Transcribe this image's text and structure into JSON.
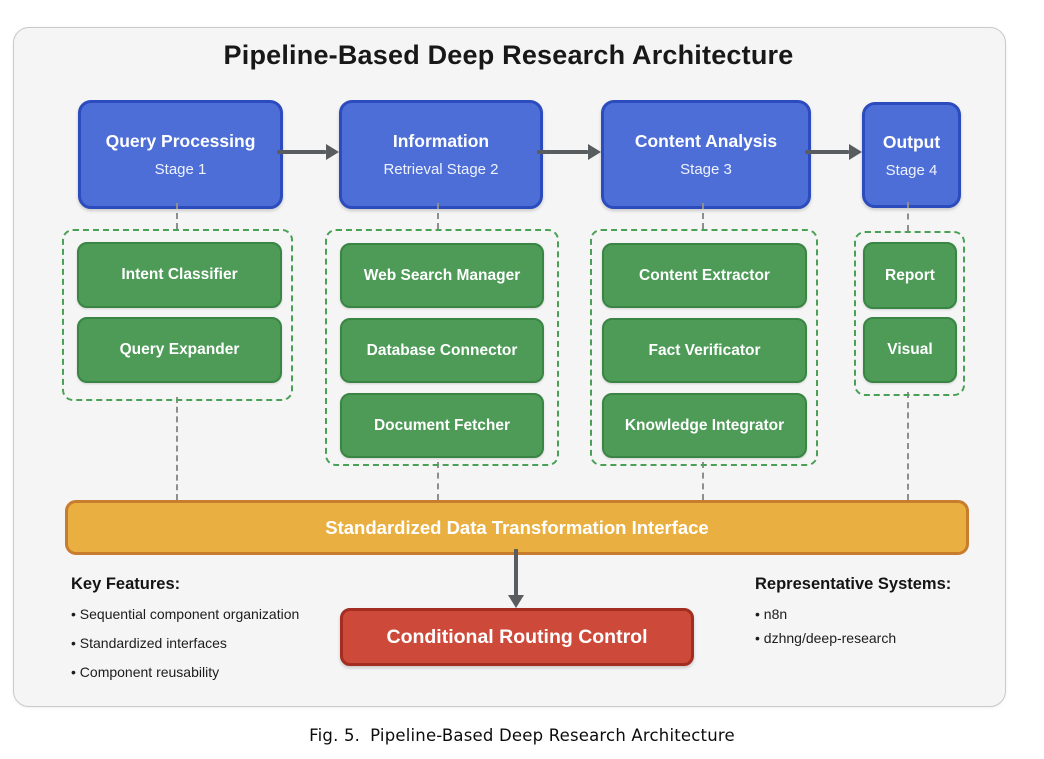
{
  "title": "Pipeline-Based Deep Research Architecture",
  "stages": [
    {
      "name": "Query Processing",
      "sub": "Stage 1",
      "components": [
        "Intent Classifier",
        "Query Expander"
      ]
    },
    {
      "name": "Information",
      "sub": "Retrieval Stage 2",
      "components": [
        "Web Search Manager",
        "Database Connector",
        "Document Fetcher"
      ]
    },
    {
      "name": "Content Analysis",
      "sub": "Stage 3",
      "components": [
        "Content Extractor",
        "Fact Verificator",
        "Knowledge Integrator"
      ]
    },
    {
      "name": "Output",
      "sub": "Stage 4",
      "components": [
        "Report",
        "Visual"
      ]
    }
  ],
  "interface_bar": "Standardized Data Transformation Interface",
  "routing_box": "Conditional Routing Control",
  "key_features": {
    "heading": "Key Features:",
    "items": [
      "Sequential component organization",
      "Standardized interfaces",
      "Component reusability"
    ]
  },
  "representative_systems": {
    "heading": "Representative Systems:",
    "items": [
      "n8n",
      "dzhng/deep-research"
    ]
  },
  "caption": {
    "label": "Fig. 5.",
    "text": "Pipeline-Based Deep Research Architecture"
  },
  "colors": {
    "stage_fill": "#4d6ed7",
    "stage_border": "#2c4cbd",
    "component_fill": "#4d9b57",
    "component_border": "#3a8544",
    "group_border": "#4aa156",
    "interface_fill": "#e9b041",
    "interface_border": "#c87c2e",
    "routing_fill": "#cd4939",
    "routing_border": "#a32d20",
    "arrow": "#5a5d60",
    "connector": "#8e8e8e",
    "panel_bg": "#f5f5f6"
  }
}
